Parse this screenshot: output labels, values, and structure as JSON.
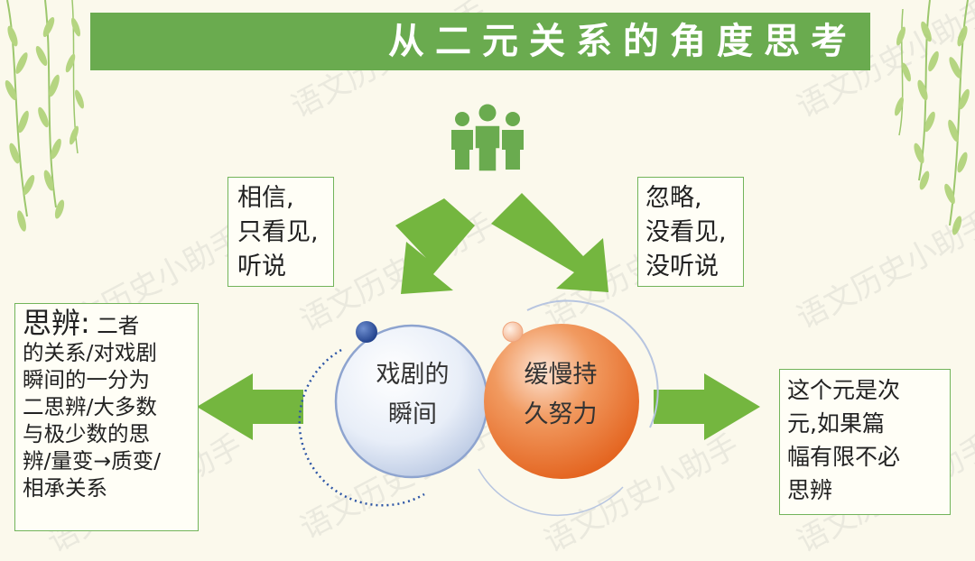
{
  "title": "从二元关系的角度思考",
  "watermark": "语文历史小助手",
  "box_top_left": [
    "相信,",
    "只看见,",
    "听说"
  ],
  "box_top_right": [
    "忽略,",
    "没看见,",
    "没听说"
  ],
  "circle_left": [
    "戏剧的",
    "瞬间"
  ],
  "circle_right": [
    "缓慢持",
    "久努力"
  ],
  "box_left": {
    "lead": "思辨:",
    "lead_tail": "二者",
    "lines": [
      "的关系/对戏剧",
      "瞬间的一分为",
      "二思辨/大多数",
      "与极少数的思",
      "辨/量变→质变/",
      "相承关系"
    ]
  },
  "box_right": [
    "这个元是次",
    "元,如果篇",
    "幅有限不必",
    "思辨"
  ],
  "icons": [
    "people-group-icon",
    "willow-branch-icon"
  ],
  "colors": {
    "green": "#6aab4f",
    "arrow_green": "#72b63f",
    "orange": "#ec7431",
    "blue_dot": "#2c55a6",
    "background": "#fbf9ec"
  }
}
